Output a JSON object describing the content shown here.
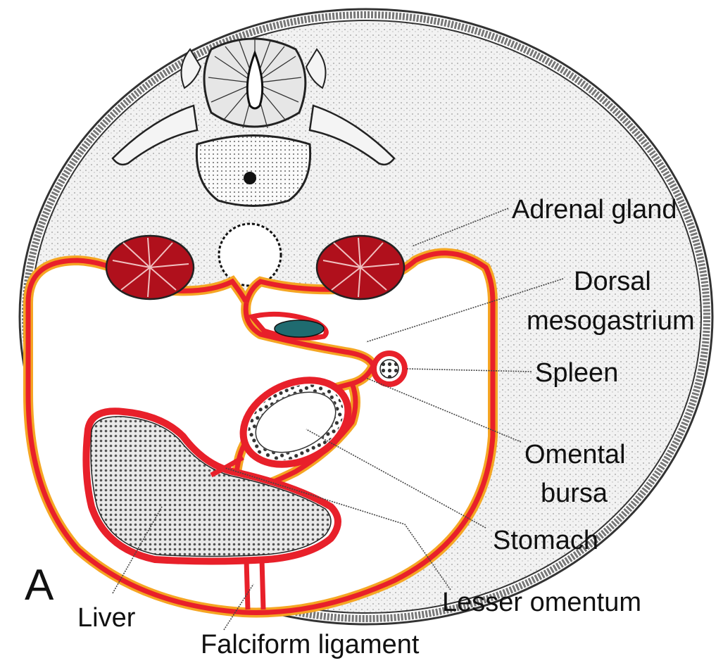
{
  "figure": {
    "panel_letter": "A",
    "labels": {
      "adrenal_gland": "Adrenal gland",
      "dorsal_mesogastrium_line1": "Dorsal",
      "dorsal_mesogastrium_line2": "mesogastrium",
      "spleen": "Spleen",
      "omental_bursa_line1": "Omental",
      "omental_bursa_line2": "bursa",
      "stomach": "Stomach",
      "lesser_omentum": "Lesser omentum",
      "liver": "Liver",
      "falciform_ligament": "Falciform ligament"
    },
    "colors": {
      "peritoneum": "#e8202a",
      "peritoneum_outer": "#f5a623",
      "kidney": "#b0101c",
      "pancreas": "#1f6b70"
    }
  }
}
